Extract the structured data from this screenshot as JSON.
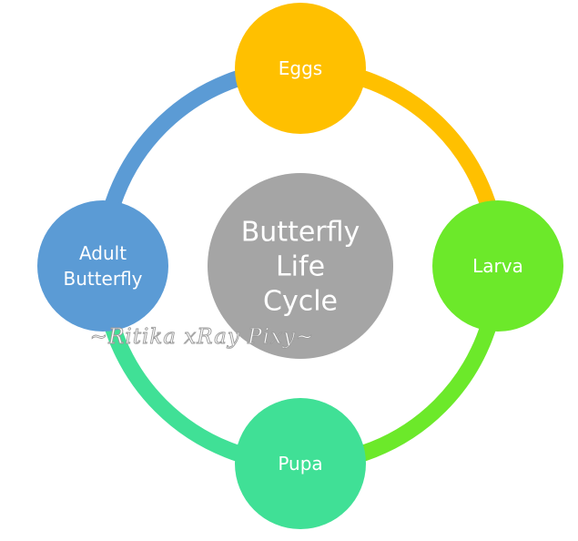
{
  "diagram": {
    "center": {
      "lines": [
        "Butterfly",
        "Life",
        "Cycle"
      ],
      "color": "#A5A5A5"
    },
    "stages": [
      {
        "lines": [
          "Eggs"
        ],
        "color": "#FFC000"
      },
      {
        "lines": [
          "Larva"
        ],
        "color": "#6CE92A"
      },
      {
        "lines": [
          "Pupa"
        ],
        "color": "#40E096"
      },
      {
        "lines": [
          "Adult",
          "Butterfly"
        ],
        "color": "#5B9BD5"
      }
    ],
    "watermark": "~Ritika xRay Pixy~"
  }
}
